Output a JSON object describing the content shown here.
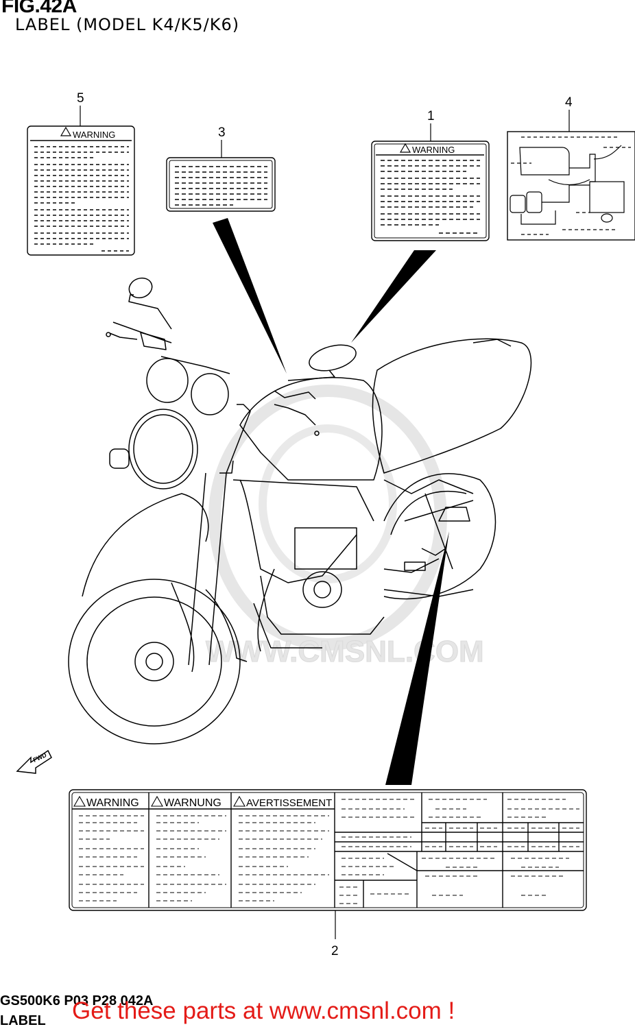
{
  "header": {
    "figure": "FIG.42A",
    "subtitle": "LABEL (MODEL K4/K5/K6)"
  },
  "callouts": [
    "1",
    "2",
    "3",
    "4",
    "5"
  ],
  "labels": {
    "warning": "WARNING",
    "warnung": "WARNUNG",
    "avertissement": "AVERTISSEMENT",
    "fwd": "FWD"
  },
  "watermark": "WWW.CMSNL.COM",
  "footer": {
    "code": "GS500K6 P03 P28 042A",
    "section": "LABEL",
    "cta": "Get these parts at www.cmsnl.com !"
  },
  "colors": {
    "line": "#000000",
    "watermark": "#e6e6e6",
    "cta": "#e41b17"
  }
}
